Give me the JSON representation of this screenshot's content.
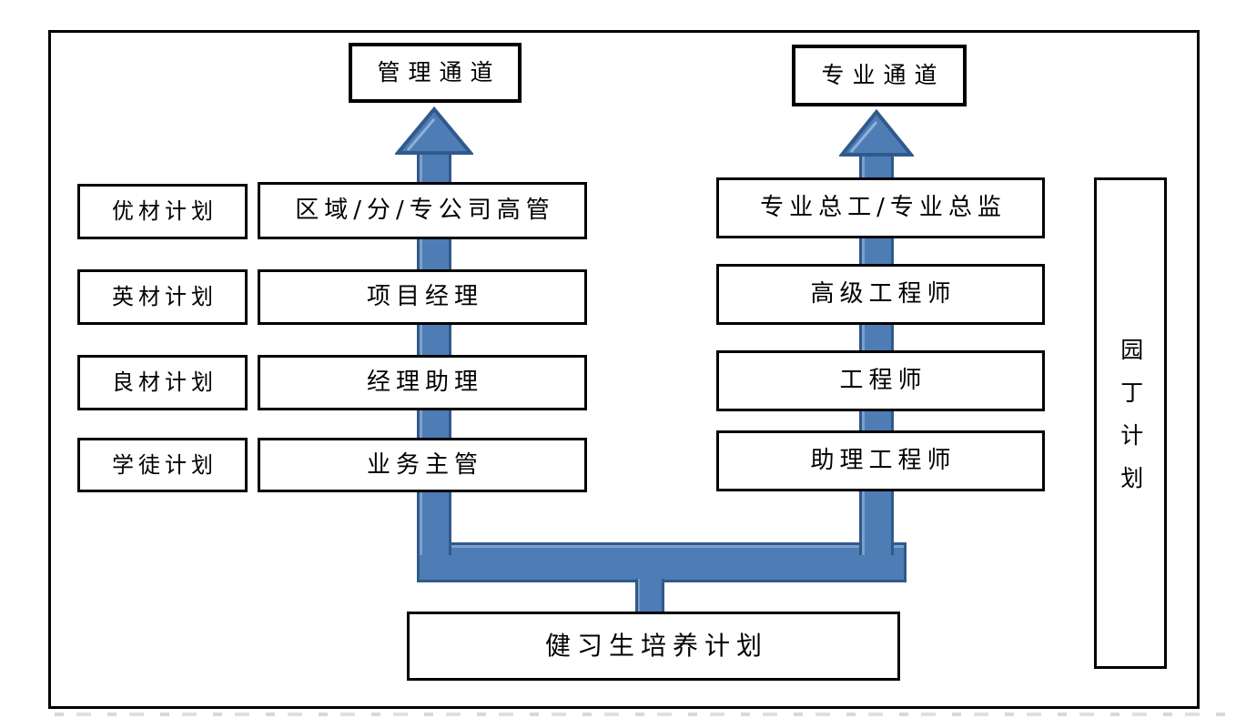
{
  "diagram": {
    "title_left_channel": "管理通道",
    "title_right_channel": "专业通道",
    "channels": [
      {
        "id": "management",
        "title": "管理通道",
        "levels": [
          "区域/分/专公司高管",
          "项目经理",
          "经理助理",
          "业务主管"
        ]
      },
      {
        "id": "professional",
        "title": "专业通道",
        "levels": [
          "专业总工/专业总监",
          "高级工程师",
          "工程师",
          "助理工程师"
        ]
      }
    ],
    "plans": [
      "优材计划",
      "英材计划",
      "良材计划",
      "学徒计划"
    ],
    "side_plan": "园丁计划",
    "base_plan": "健习生培养计划",
    "colors": {
      "arrow_fill": "#4e7cb5",
      "arrow_border": "#2f5a8c",
      "arrow_highlight": "#8fb0d8",
      "box_border": "#000000",
      "background": "#ffffff"
    }
  }
}
